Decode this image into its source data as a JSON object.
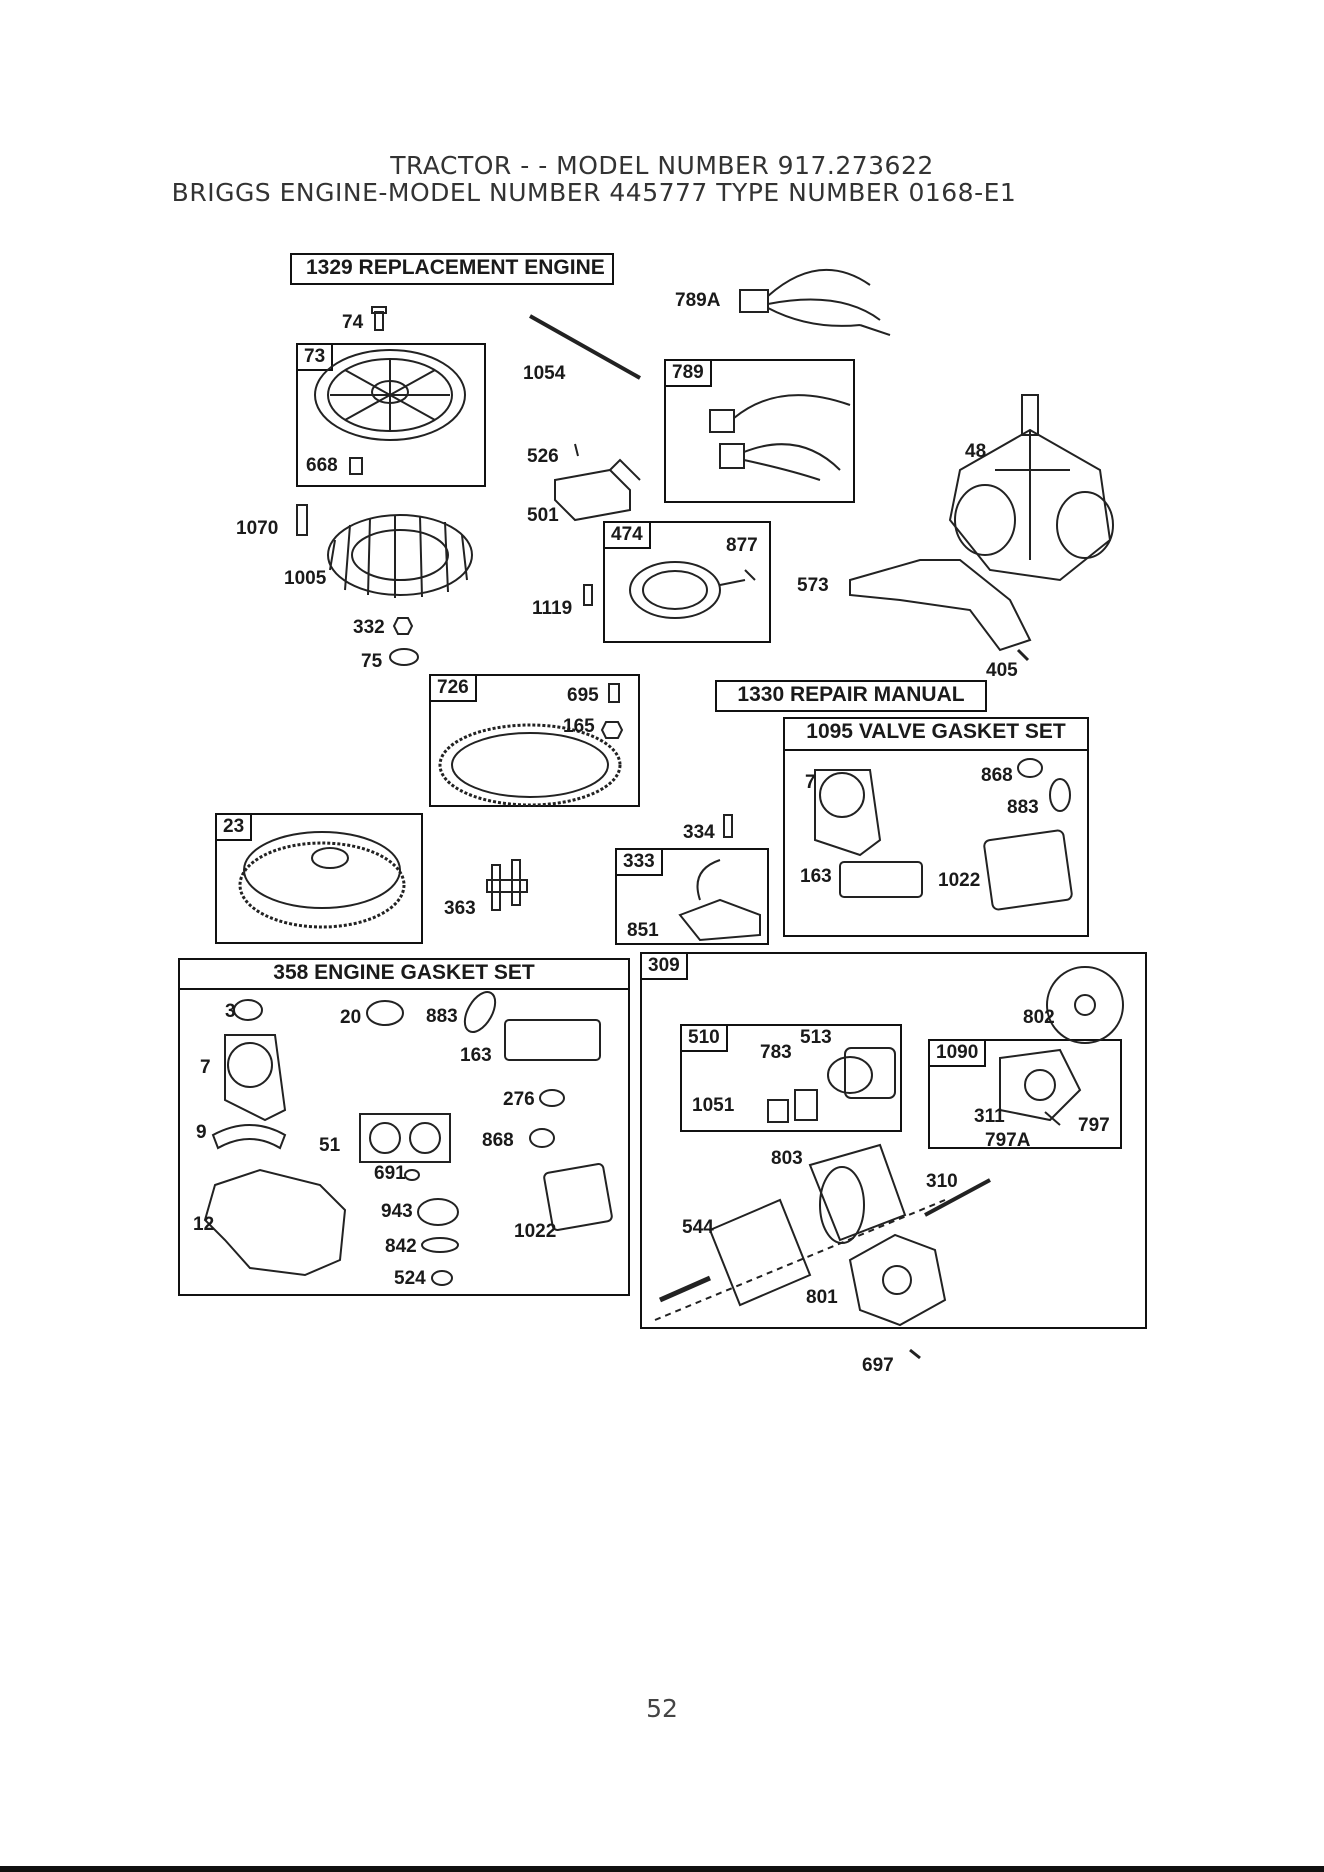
{
  "header": {
    "line1": "TRACTOR - - MODEL NUMBER 917.273622",
    "line2": "BRIGGS ENGINE-MODEL NUMBER 445777 TYPE NUMBER 0168-E1"
  },
  "kits": {
    "replacement_engine": "1329 REPLACEMENT ENGINE",
    "repair_manual": "1330 REPAIR MANUAL",
    "valve_gasket_set": "1095 VALVE GASKET SET",
    "engine_gasket_set": "358 ENGINE GASKET SET"
  },
  "boxes": {
    "b73": "73",
    "b789": "789",
    "b474": "474",
    "b726": "726",
    "b23": "23",
    "b333": "333",
    "b309": "309",
    "b510": "510",
    "b1090": "1090"
  },
  "callouts": {
    "p74": "74",
    "p1054": "1054",
    "p789A": "789A",
    "p668": "668",
    "p526": "526",
    "p501": "501",
    "p48": "48",
    "p1070": "1070",
    "p1005": "1005",
    "p877": "877",
    "p573": "573",
    "p1119": "1119",
    "p332": "332",
    "p75": "75",
    "p405": "405",
    "p695": "695",
    "p165": "165",
    "p7v": "7",
    "p868v": "868",
    "p883v": "883",
    "p334": "334",
    "p163v": "163",
    "p1022v": "1022",
    "p363": "363",
    "p851": "851",
    "p3": "3",
    "p20": "20",
    "p883g": "883",
    "p163g": "163",
    "p7g": "7",
    "p276": "276",
    "p9": "9",
    "p51": "51",
    "p868g": "868",
    "p691": "691",
    "p12": "12",
    "p943": "943",
    "p1022g": "1022",
    "p842": "842",
    "p524": "524",
    "p802": "802",
    "p513": "513",
    "p783": "783",
    "p1051": "1051",
    "p311": "311",
    "p797": "797",
    "p797A": "797A",
    "p803": "803",
    "p310": "310",
    "p544": "544",
    "p801": "801",
    "p697": "697"
  },
  "page_number": "52"
}
